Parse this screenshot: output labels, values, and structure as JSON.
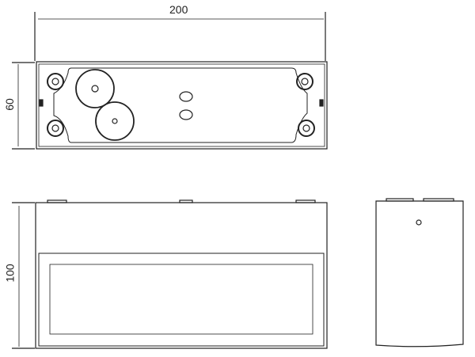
{
  "dimensions": {
    "width_label": "200",
    "depth_label": "60",
    "height_label": "100"
  },
  "views": [
    "top-view",
    "front-view",
    "side-view"
  ],
  "colors": {
    "line": "#222222",
    "fill": "#ffffff"
  }
}
